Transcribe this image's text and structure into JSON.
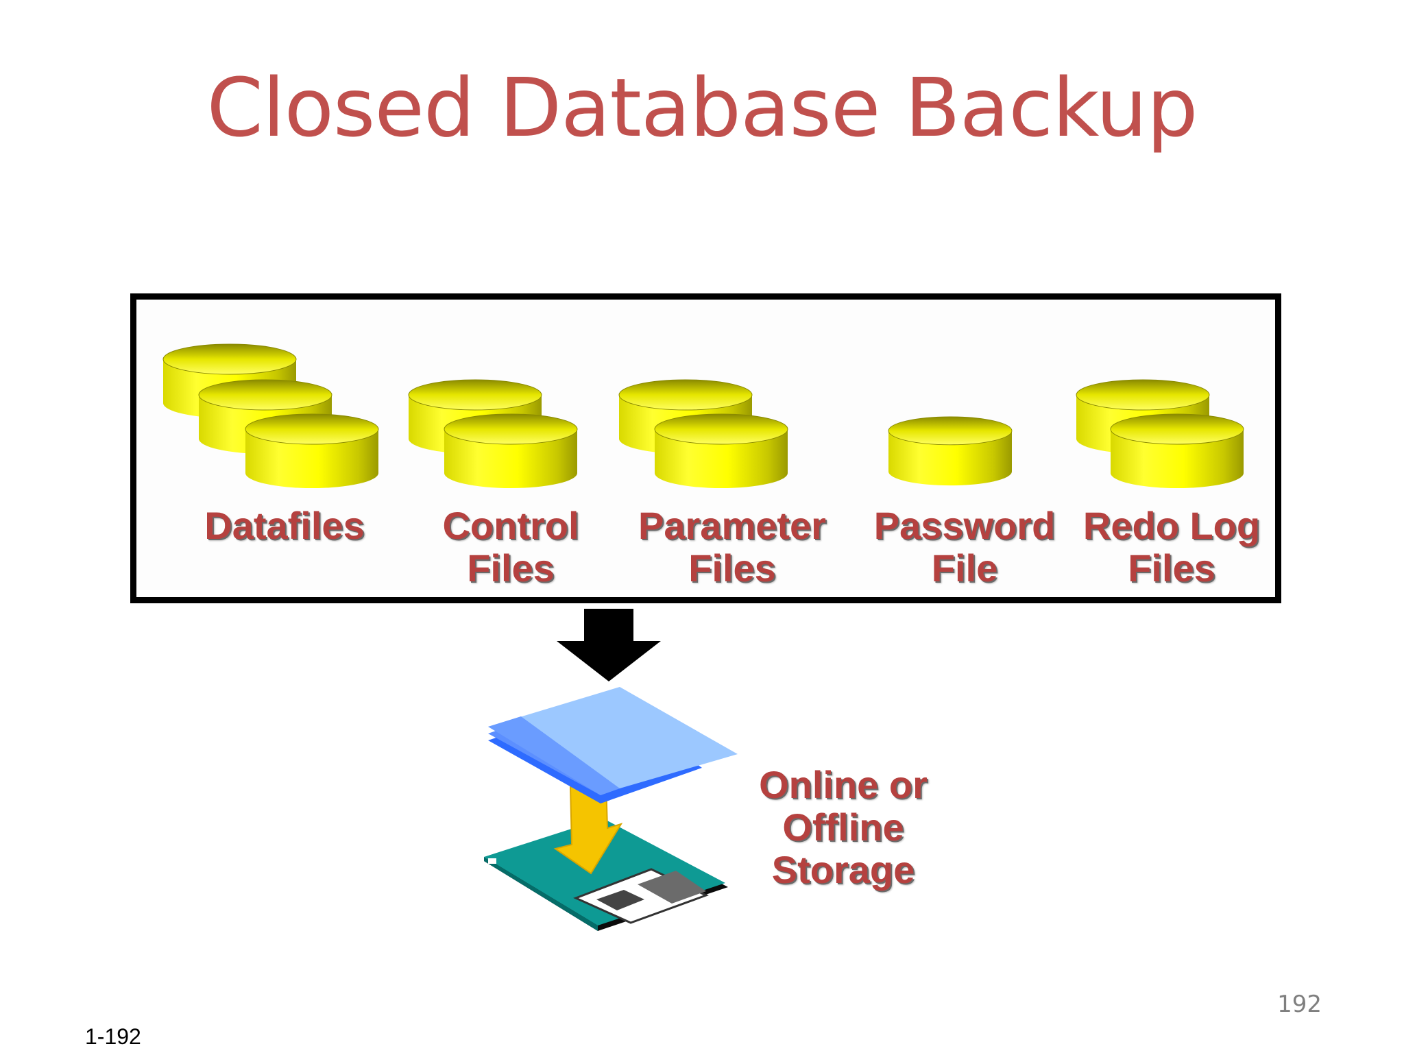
{
  "title": "Closed Database Backup",
  "file_groups": [
    {
      "label": "Datafiles",
      "icon": "disk-stack-icon"
    },
    {
      "label": "Control\nFiles",
      "icon": "disk-stack-icon"
    },
    {
      "label": "Parameter\nFiles",
      "icon": "disk-stack-icon"
    },
    {
      "label": "Password\nFile",
      "icon": "disk-icon"
    },
    {
      "label": "Redo Log\nFiles",
      "icon": "disk-stack-icon"
    }
  ],
  "storage": {
    "label": "Online or\nOffline\nStorage",
    "icon": "floppy-storage-icon"
  },
  "page_number": "192",
  "slide_id": "1-192",
  "colors": {
    "title": "#c0504d",
    "label": "#b5413f",
    "disk": "#ffff00",
    "arrow": "#000000"
  }
}
